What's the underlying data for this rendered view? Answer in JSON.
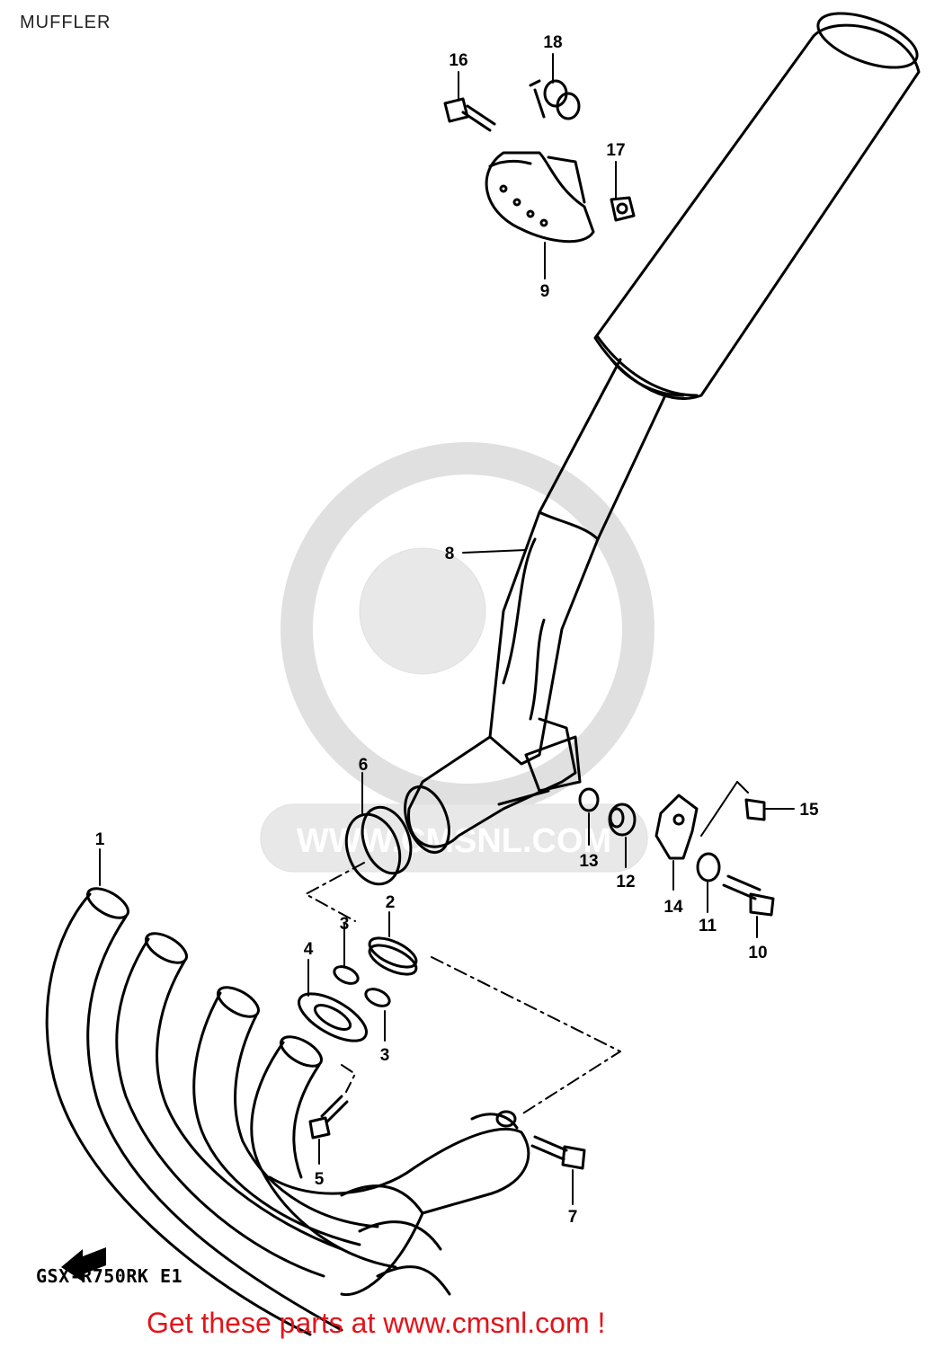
{
  "page": {
    "title": "MUFFLER"
  },
  "diagram": {
    "model_code": "GSX-R750RK E1",
    "watermark_text": "WWW.CMSNL.COM",
    "callouts": [
      {
        "id": "1",
        "label": "1"
      },
      {
        "id": "2",
        "label": "2"
      },
      {
        "id": "3a",
        "label": "3"
      },
      {
        "id": "3b",
        "label": "3"
      },
      {
        "id": "4",
        "label": "4"
      },
      {
        "id": "5",
        "label": "5"
      },
      {
        "id": "6",
        "label": "6"
      },
      {
        "id": "7",
        "label": "7"
      },
      {
        "id": "8",
        "label": "8"
      },
      {
        "id": "9",
        "label": "9"
      },
      {
        "id": "10",
        "label": "10"
      },
      {
        "id": "11",
        "label": "11"
      },
      {
        "id": "12",
        "label": "12"
      },
      {
        "id": "13",
        "label": "13"
      },
      {
        "id": "14",
        "label": "14"
      },
      {
        "id": "15",
        "label": "15"
      },
      {
        "id": "16",
        "label": "16"
      },
      {
        "id": "17",
        "label": "17"
      },
      {
        "id": "18",
        "label": "18"
      }
    ]
  },
  "footer": {
    "link_text": "Get these parts at www.cmsnl.com !",
    "link_color": "#e3141b"
  },
  "colors": {
    "line": "#000000",
    "watermark": "#e6e6e6",
    "background": "#ffffff"
  }
}
